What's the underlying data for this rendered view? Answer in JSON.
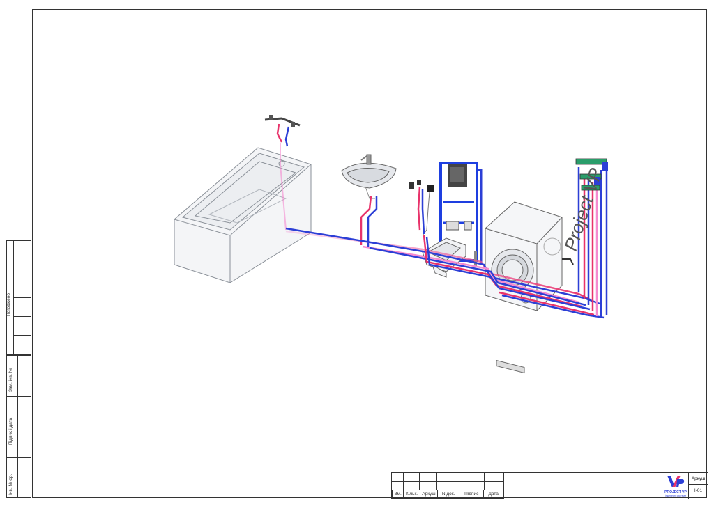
{
  "side_stamp": {
    "pogodzheno": "Погоджено",
    "zam_inv": "Зам. інв. №",
    "pidpys_data": "Підпис і дата",
    "inv_pidr": "Інв. № ор."
  },
  "title_block": {
    "columns": [
      "Зм.",
      "Кільк.",
      "Аркуш",
      "N док.",
      "Підпис",
      "Дата"
    ],
    "sheet_label": "Аркуш",
    "sheet_number": "I-01",
    "logo_text": "PROJECT VP",
    "logo_sub": "інженерні системи"
  },
  "drawing": {
    "watermark": "Project VP",
    "colors": {
      "hot": "#e8336b",
      "hot_light": "#f58ad0",
      "cold": "#2c3fd6",
      "frame": "#1e3fe0",
      "glass": "#9aa0a8"
    }
  }
}
